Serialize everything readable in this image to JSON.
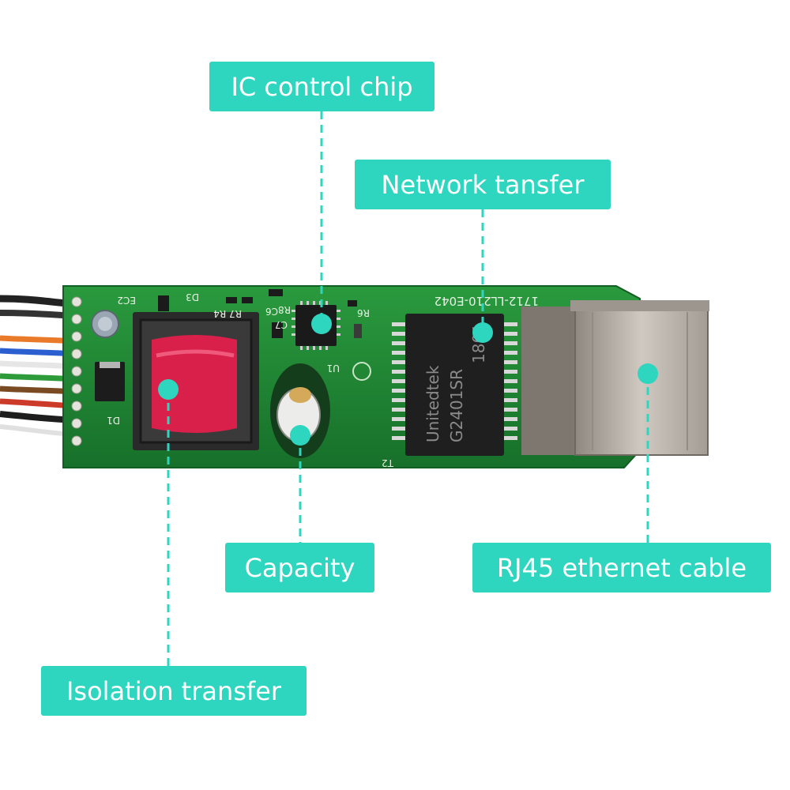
{
  "labels": {
    "ic_chip": "IC control chip",
    "network": "Network tansfer",
    "capacity": "Capacity",
    "rj45": "RJ45 ethernet cable",
    "isolation": "Isolation transfer"
  },
  "pcb_text": {
    "chip_brand": "Unitedtek",
    "chip_model": "G2401SR",
    "chip_date": "1801",
    "board_code": "1712-LL210-E042",
    "silk_ec2": "EC2",
    "silk_d3": "D3",
    "silk_r7r4": "R7 R4",
    "silk_r8": "R8",
    "silk_c6": "C6",
    "silk_c7": "C7",
    "silk_u1": "U1",
    "silk_r6": "R6",
    "silk_d1": "D1",
    "silk_t2": "T2"
  },
  "colors": {
    "accent": "#2ed6bf",
    "pcb": "#1f8a34",
    "transformer_coil": "#d8204a",
    "jack_metal": "#b8b2aa"
  }
}
